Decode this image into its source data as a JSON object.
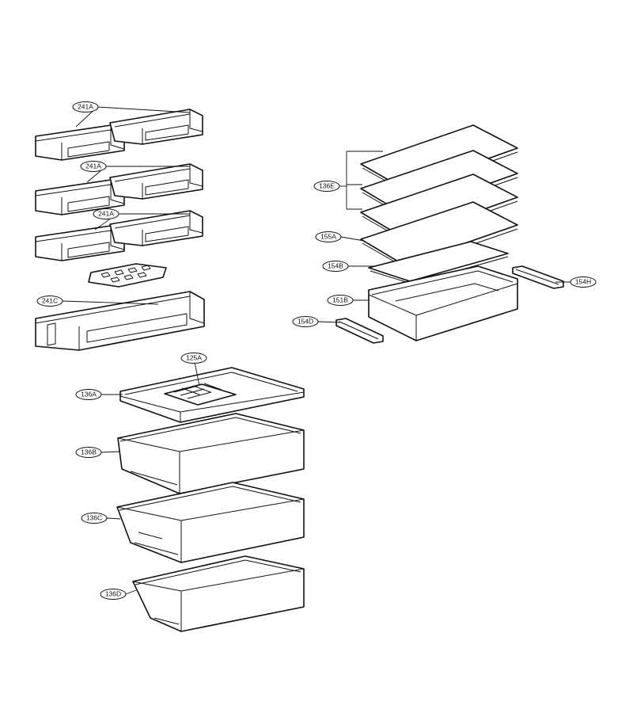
{
  "labels": {
    "door_bin_upper": "241A",
    "door_bin_middle": "241A",
    "door_bin_lower": "241A",
    "door_bin_large": "241C",
    "egg_tray": "125A",
    "shelf_drawer_top": "136A",
    "crisper_drawer_b": "136B",
    "crisper_drawer_c": "136C",
    "crisper_drawer_d": "136D",
    "glass_shelves": "136E",
    "glass_shelf_155a": "155A",
    "cover_154b": "154B",
    "drawer_151b": "151B",
    "rail_left": "154D",
    "rail_right": "154H"
  }
}
